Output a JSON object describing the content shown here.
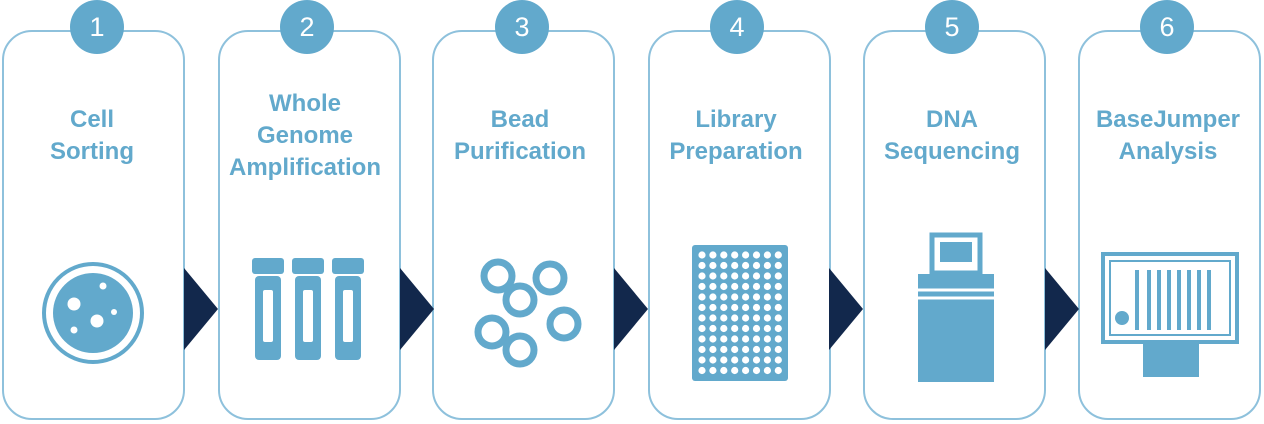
{
  "colors": {
    "accent": "#62a9cc",
    "border": "#8ec1dc",
    "arrow": "#12284c",
    "background": "#ffffff"
  },
  "steps": [
    {
      "number": "1",
      "title_lines": [
        "Cell",
        "Sorting"
      ],
      "icon": "petri-dish-icon"
    },
    {
      "number": "2",
      "title_lines": [
        "Whole",
        "Genome",
        "Amplification"
      ],
      "icon": "test-tubes-icon"
    },
    {
      "number": "3",
      "title_lines": [
        "Bead",
        "Purification"
      ],
      "icon": "beads-icon"
    },
    {
      "number": "4",
      "title_lines": [
        "Library",
        "Preparation"
      ],
      "icon": "well-plate-icon"
    },
    {
      "number": "5",
      "title_lines": [
        "DNA",
        "Sequencing"
      ],
      "icon": "sequencer-icon"
    },
    {
      "number": "6",
      "title_lines": [
        "BaseJumper",
        "Analysis"
      ],
      "icon": "monitor-icon"
    }
  ]
}
